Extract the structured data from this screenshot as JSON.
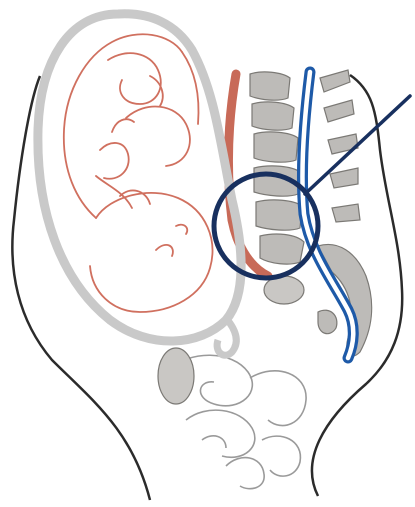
{
  "figure": {
    "colors": {
      "background": "#ffffff",
      "body_outline": "#2b2b2b",
      "uterus_wall": "#c9c9c9",
      "fetus_outline": "#d0705f",
      "aorta": "#c86a58",
      "vertebra_fill": "#bdbbb8",
      "vertebra_stroke": "#7b7975",
      "spinal_canal_outline": "#1e5aa8",
      "spinal_canal_fill": "#ffffff",
      "focus_circle": "#18305f",
      "organ_outline": "#9a9a9a",
      "bone_fill": "#c9c7c4"
    },
    "icons": [
      "fetus",
      "uterus",
      "spine",
      "spinal-canal",
      "aorta",
      "magnifier-callout"
    ]
  }
}
